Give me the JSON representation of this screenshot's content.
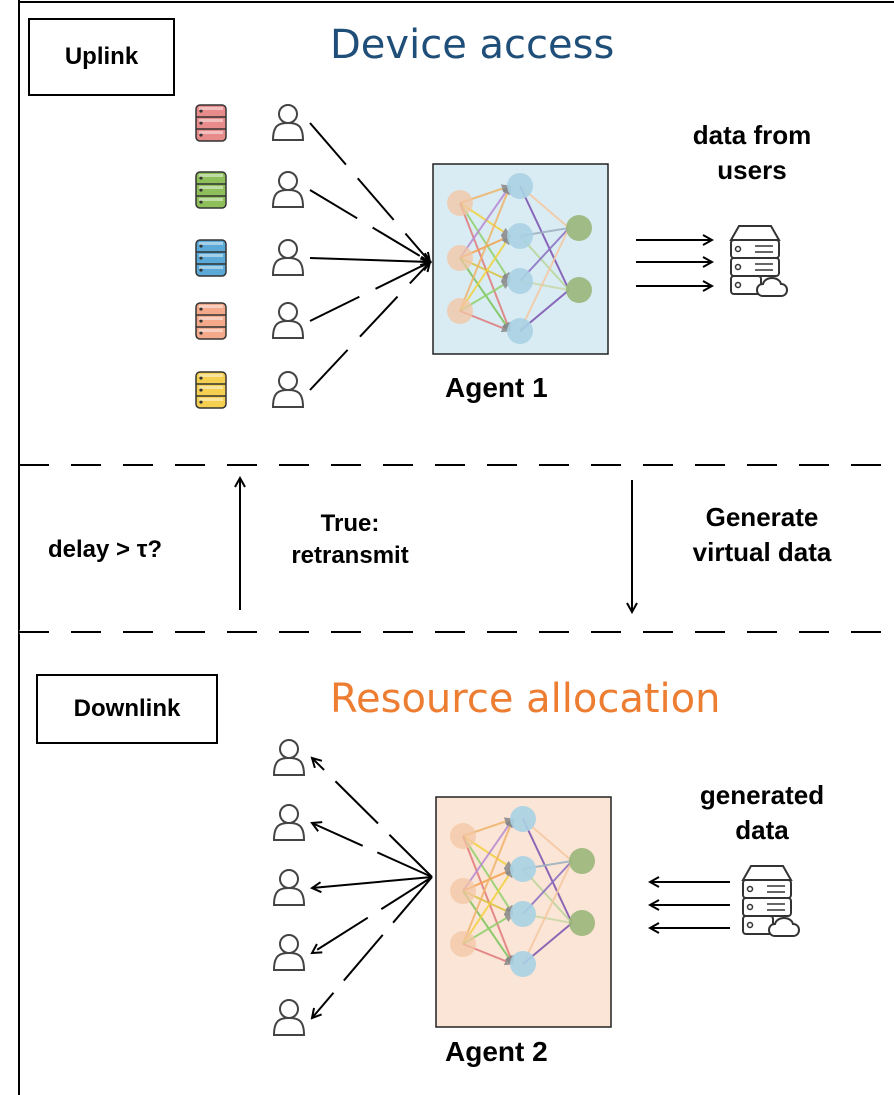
{
  "uplink": {
    "tag": "Uplink",
    "title": "Device access",
    "title_color": "#1f4e79",
    "agent_label": "Agent 1",
    "server_label_line1": "data from",
    "server_label_line2": "users",
    "agent_bg": "#d9ecf3"
  },
  "middle": {
    "question": "delay > τ?",
    "up_label_line1": "True:",
    "up_label_line2": "retransmit",
    "down_label_line1": "Generate",
    "down_label_line2": "virtual data"
  },
  "downlink": {
    "tag": "Downlink",
    "title": "Resource allocation",
    "title_color": "#ed7d31",
    "agent_label": "Agent 2",
    "server_label_line1": "generated",
    "server_label_line2": "data",
    "agent_bg": "#fbe5d6"
  },
  "database_colors": [
    "#e88b8b",
    "#8fbf5a",
    "#5aa9d6",
    "#f4a98a",
    "#f5cf50"
  ]
}
